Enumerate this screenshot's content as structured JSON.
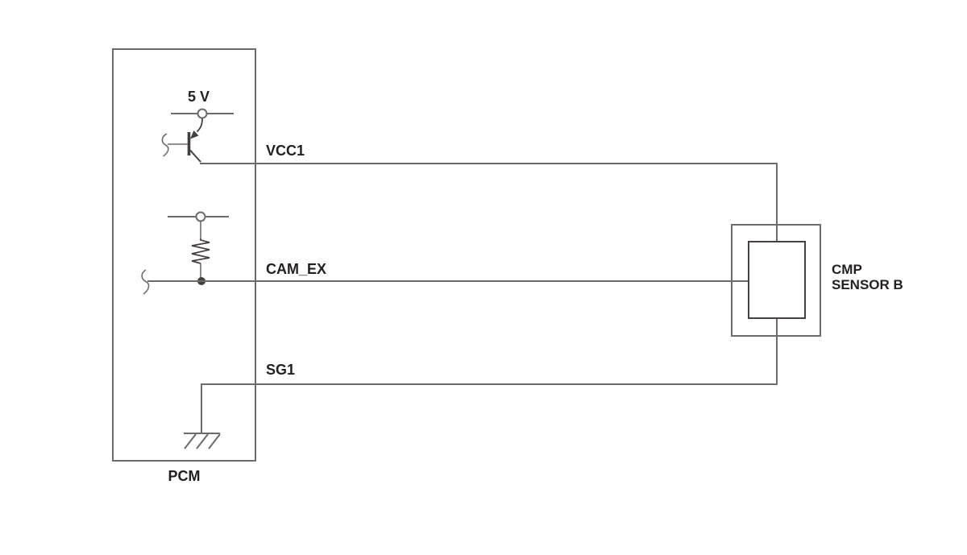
{
  "diagram": {
    "module": {
      "label": "PCM"
    },
    "sensor": {
      "label_line1": "CMP",
      "label_line2": "SENSOR B"
    },
    "supply": {
      "label": "5 V"
    },
    "signals": [
      {
        "label": "VCC1"
      },
      {
        "label": "CAM_EX"
      },
      {
        "label": "SG1"
      }
    ],
    "symbols": [
      "pnp-transistor-icon",
      "pullup-resistor-icon",
      "supply-terminal-icon",
      "pullup-terminal-icon",
      "junction-dot-icon",
      "chassis-ground-icon",
      "wire-break-icon"
    ],
    "colors": {
      "wire": "#6e6a69",
      "component": "#453f3e",
      "text": "#231f1f",
      "background": "#ffffff"
    }
  }
}
